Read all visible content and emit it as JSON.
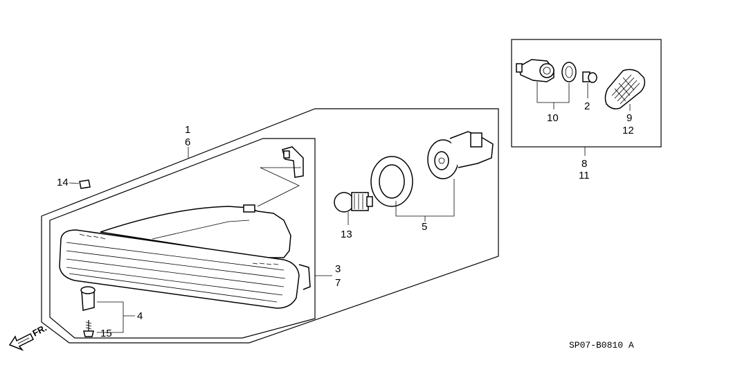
{
  "callouts": {
    "c1": "1",
    "c6": "6",
    "c14": "14",
    "c13": "13",
    "c5": "5",
    "c3": "3",
    "c7": "7",
    "c4": "4",
    "c15": "15",
    "c10": "10",
    "c2": "2",
    "c9": "9",
    "c12": "12",
    "c8": "8",
    "c11": "11"
  },
  "diagram_code": "SP07-B0810 A",
  "front_indicator": "FR."
}
